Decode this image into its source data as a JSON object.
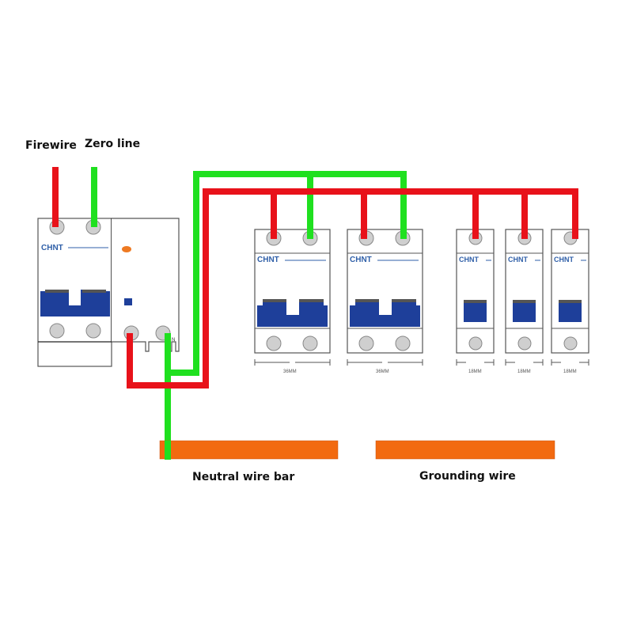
{
  "labels": {
    "firewire": "Firewire",
    "zero_line": "Zero line",
    "neutral_bar": "Neutral wire bar",
    "grounding": "Grounding wire",
    "n_terminal": "N"
  },
  "brand": "CHNT",
  "breakers": [
    {
      "id": "main-2p",
      "poles": 2,
      "role": "main",
      "dimension": ""
    },
    {
      "id": "rcd-module",
      "poles": 2,
      "role": "leakage-module",
      "dimension": ""
    },
    {
      "id": "branch-2p-1",
      "poles": 2,
      "role": "branch",
      "dimension": "36MM"
    },
    {
      "id": "branch-2p-2",
      "poles": 2,
      "role": "branch",
      "dimension": "36MM"
    },
    {
      "id": "branch-1p-1",
      "poles": 1,
      "role": "branch",
      "dimension": "18MM"
    },
    {
      "id": "branch-1p-2",
      "poles": 1,
      "role": "branch",
      "dimension": "18MM"
    },
    {
      "id": "branch-1p-3",
      "poles": 1,
      "role": "branch",
      "dimension": "18MM"
    }
  ],
  "colors": {
    "live": "#e8121a",
    "neutral": "#1fe01f",
    "bar": "#f26a10",
    "toggle": "#1e3f9a",
    "toggle_top": "#555555",
    "terminal": "#cfcfcf",
    "indicator": "#ee7a22"
  }
}
